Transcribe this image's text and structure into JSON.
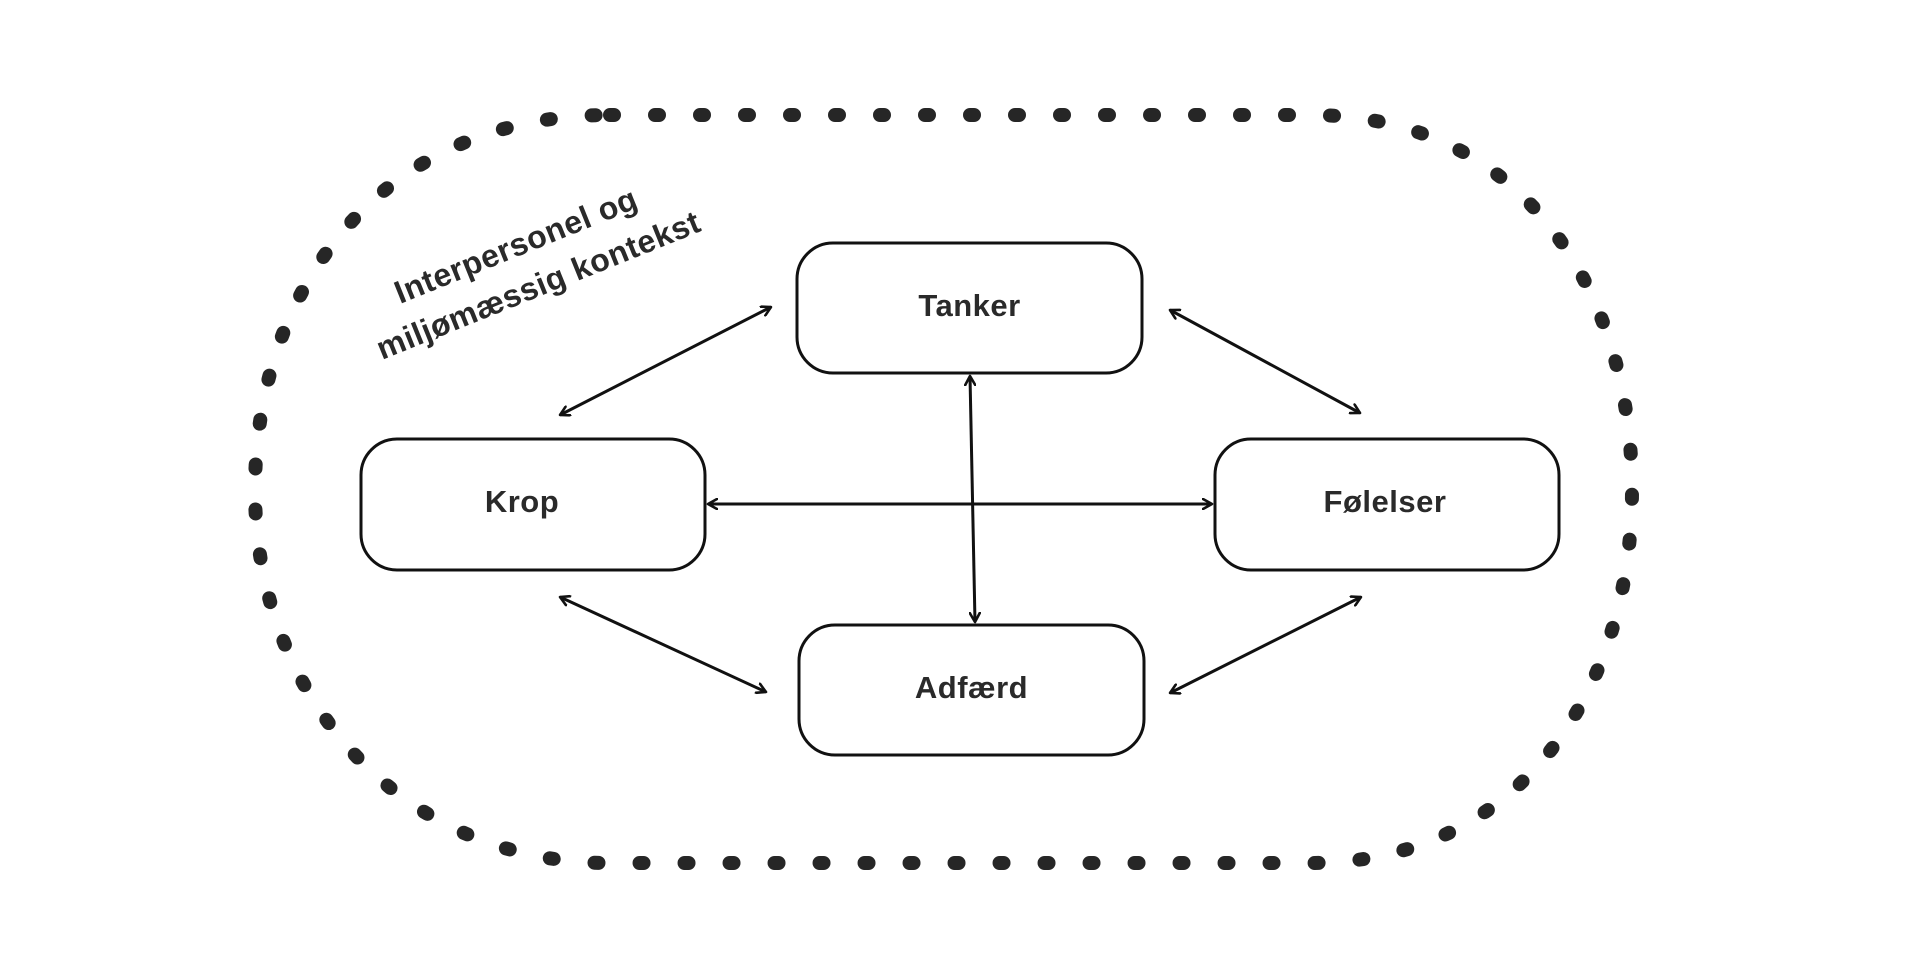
{
  "context": {
    "line1": "Interpersonel og",
    "line2": "miljømæssig kontekst"
  },
  "nodes": {
    "tanker": "Tanker",
    "krop": "Krop",
    "folelser": "Følelser",
    "adfaerd": "Adfærd"
  },
  "colors": {
    "stroke": "#111111",
    "text": "#2a2a2a",
    "dots": "#262626",
    "background": "#ffffff"
  }
}
